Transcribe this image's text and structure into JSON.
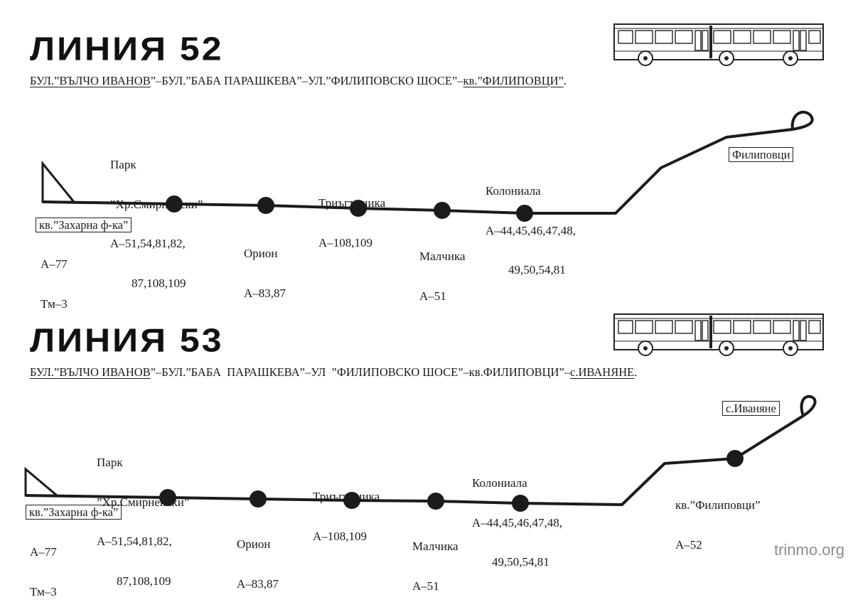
{
  "watermark": "trinmo.org",
  "lines": [
    {
      "title": "ЛИНИЯ  52",
      "route": {
        "s1": "БУЛ.”ВЪЛЧО ИВАНОВ",
        "s2": "”–БУЛ.”БАБА ПАРАШКЕВА”–УЛ.”ФИЛИПОВСКО ШОСЕ”–",
        "s3": "кв.”ФИЛИПОВЦИ”",
        "s4": "."
      },
      "start": {
        "name": "кв.”Захарна ф-ка”",
        "line1": "А–77",
        "line2": "Тм–3"
      },
      "terminus": "Филиповци",
      "stops": [
        {
          "name1": "Парк",
          "name2": "”Хр.Смирненски”",
          "line1": "А–51,54,81,82,",
          "line2": "87,108,109"
        },
        {
          "name1": "Орион",
          "line1": "А–83,87"
        },
        {
          "name1": "Триъгълника",
          "line1": "А–108,109"
        },
        {
          "name1": "Малчика",
          "line1": "А–51"
        },
        {
          "name1": "Колониала",
          "line1": "А–44,45,46,47,48,",
          "line2": "49,50,54,81"
        }
      ]
    },
    {
      "title": "ЛИНИЯ  53",
      "route": {
        "s1": "БУЛ.”ВЪЛЧО ИВАНОВ",
        "s2": "”–БУЛ.”БАБА  ПАРАШКЕВА”–УЛ  ”ФИЛИПОВСКО ШОСЕ”–кв.ФИЛИПОВЦИ”–",
        "s3": "с.ИВАНЯНЕ",
        "s4": "."
      },
      "start": {
        "name": "кв.”Захарна ф-ка”",
        "line1": "А–77",
        "line2": "Тм–3"
      },
      "terminus": "с.Иваняне",
      "stops": [
        {
          "name1": "Парк",
          "name2": "”Хр.Смирненски”",
          "line1": "А–51,54,81,82,",
          "line2": "87,108,109"
        },
        {
          "name1": "Орион",
          "line1": "А–83,87"
        },
        {
          "name1": "Триъгълника",
          "line1": "А–108,109"
        },
        {
          "name1": "Малчика",
          "line1": "А–51"
        },
        {
          "name1": "Колониала",
          "line1": "А–44,45,46,47,48,",
          "line2": "49,50,54,81"
        },
        {
          "name1": "кв.”Филиповци”",
          "line1": "А–52"
        }
      ]
    }
  ]
}
